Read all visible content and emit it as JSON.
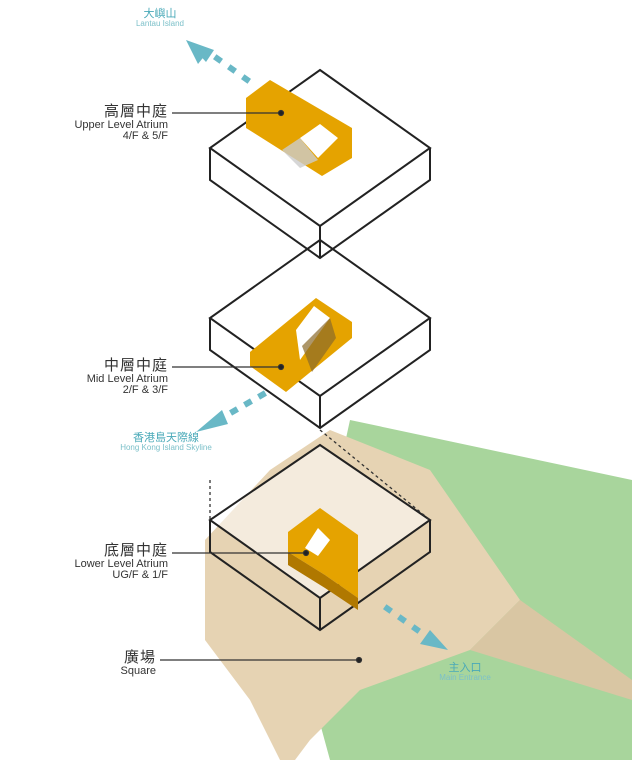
{
  "directions": {
    "lantau": {
      "zh": "大嶼山",
      "en": "Lantau Island"
    },
    "skyline": {
      "zh": "香港島天際線",
      "en": "Hong Kong Island Skyline"
    },
    "entrance": {
      "zh": "主入口",
      "en": "Main Entrance"
    }
  },
  "labels": {
    "upper": {
      "zh": "高層中庭",
      "en": "Upper Level Atrium",
      "floors": "4/F & 5/F"
    },
    "mid": {
      "zh": "中層中庭",
      "en": "Mid Level Atrium",
      "floors": "2/F & 3/F"
    },
    "lower": {
      "zh": "底層中庭",
      "en": "Lower Level Atrium",
      "floors": "UG/F & 1/F"
    },
    "square": {
      "zh": "廣場",
      "en": "Square"
    }
  },
  "colors": {
    "atrium": "#e5a300",
    "atrium_dark": "#b07800",
    "outline": "#222222",
    "arrow": "#69b8c6",
    "plaza": "#e6d3b3",
    "green": "#a8d59c"
  }
}
